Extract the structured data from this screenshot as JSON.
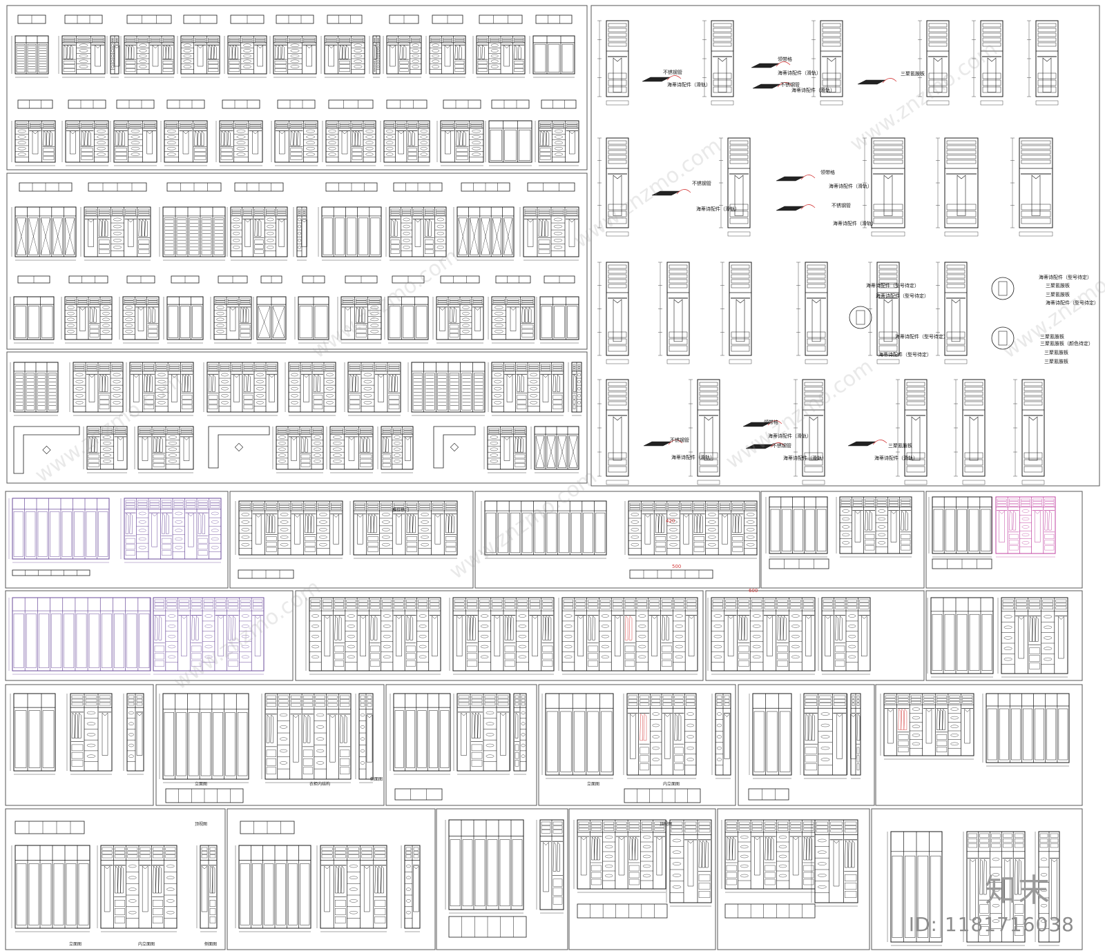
{
  "drawing": {
    "accessory_labels": {
      "stainless_tube": "不锈钢管",
      "hettich_accessory_slide": "海蒂诗配件（滑轨）",
      "belt_grid": "领带格",
      "melamine_board": "三聚氰胺板",
      "hettich_model_tbd": "海蒂诗配件（型号待定）",
      "melamine_color_tbd": "三聚氰胺板（颜色待定）"
    },
    "section_labels": {
      "elevation": "立面图",
      "interior_structure": "衣柜内结构",
      "side_view": "侧面图",
      "top_view": "顶视图",
      "interior_elevation": "内立面图",
      "sliding_door": "推拉移门"
    },
    "dimension_labels": {
      "dim_500": "500",
      "dim_600": "600",
      "dim_420": "420"
    }
  },
  "watermark": {
    "logo_text": "知末",
    "id_text": "ID: 1181716038",
    "site_text": "www.znzmo.com"
  },
  "colors": {
    "line": "#1a1a1a",
    "accent_red": "#d43a3a",
    "accent_magenta": "#c040a0",
    "accent_purple": "#6a4a9a",
    "panel_border": "#555555",
    "watermark": "#999999"
  }
}
